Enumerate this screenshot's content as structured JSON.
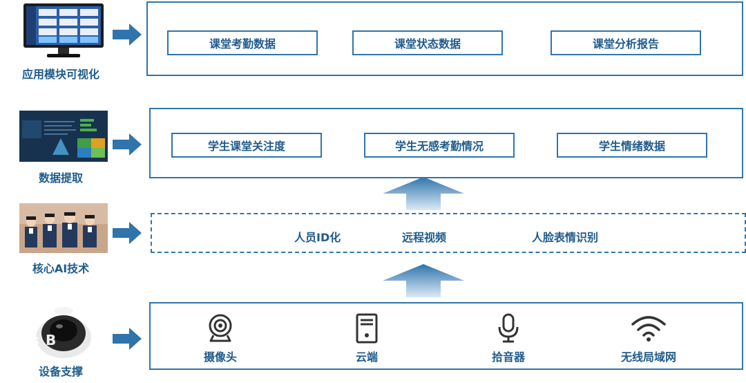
{
  "layers": [
    {
      "label": "应用模块可视化",
      "items": [
        "课堂考勤数据",
        "课堂状态数据",
        "课堂分析报告"
      ]
    },
    {
      "label": "数据提取",
      "items": [
        "学生课堂关注度",
        "学生无感考勤情况",
        "学生情绪数据"
      ]
    },
    {
      "label": "核心AI技术",
      "items": [
        "人员ID化",
        "远程视频",
        "人脸表情识别"
      ]
    },
    {
      "label": "设备支撑",
      "items": [
        "摄像头",
        "云端",
        "拾音器",
        "无线局域网"
      ]
    }
  ],
  "device_icons": [
    "webcam-icon",
    "server-icon",
    "microphone-icon",
    "wifi-icon"
  ],
  "watermark": "'s B",
  "colors": {
    "primary": "#2f74ab",
    "text": "#1f5b8c",
    "arrow": "#2f74ab"
  }
}
